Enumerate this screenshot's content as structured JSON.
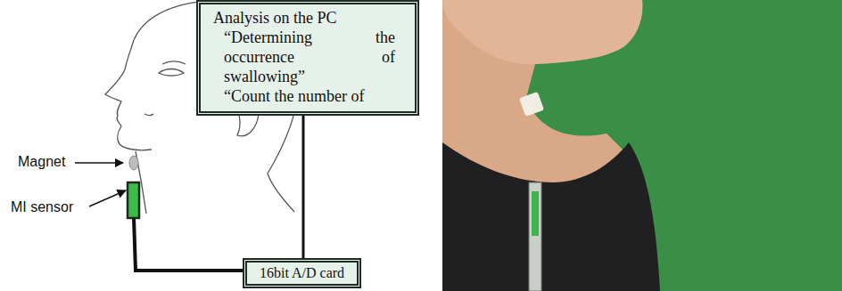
{
  "diagram": {
    "nodes": [
      {
        "text": [
          "Analysis on the PC",
          "“Determining the occurrence of swallowing”",
          "“Count the number of"
        ]
      },
      {
        "text": [
          "16bit A/D card"
        ]
      }
    ],
    "edges": [
      {
        "from": 1,
        "to": 0,
        "arrow": "none"
      }
    ],
    "labels": [
      "Magnet",
      "MI sensor"
    ]
  }
}
